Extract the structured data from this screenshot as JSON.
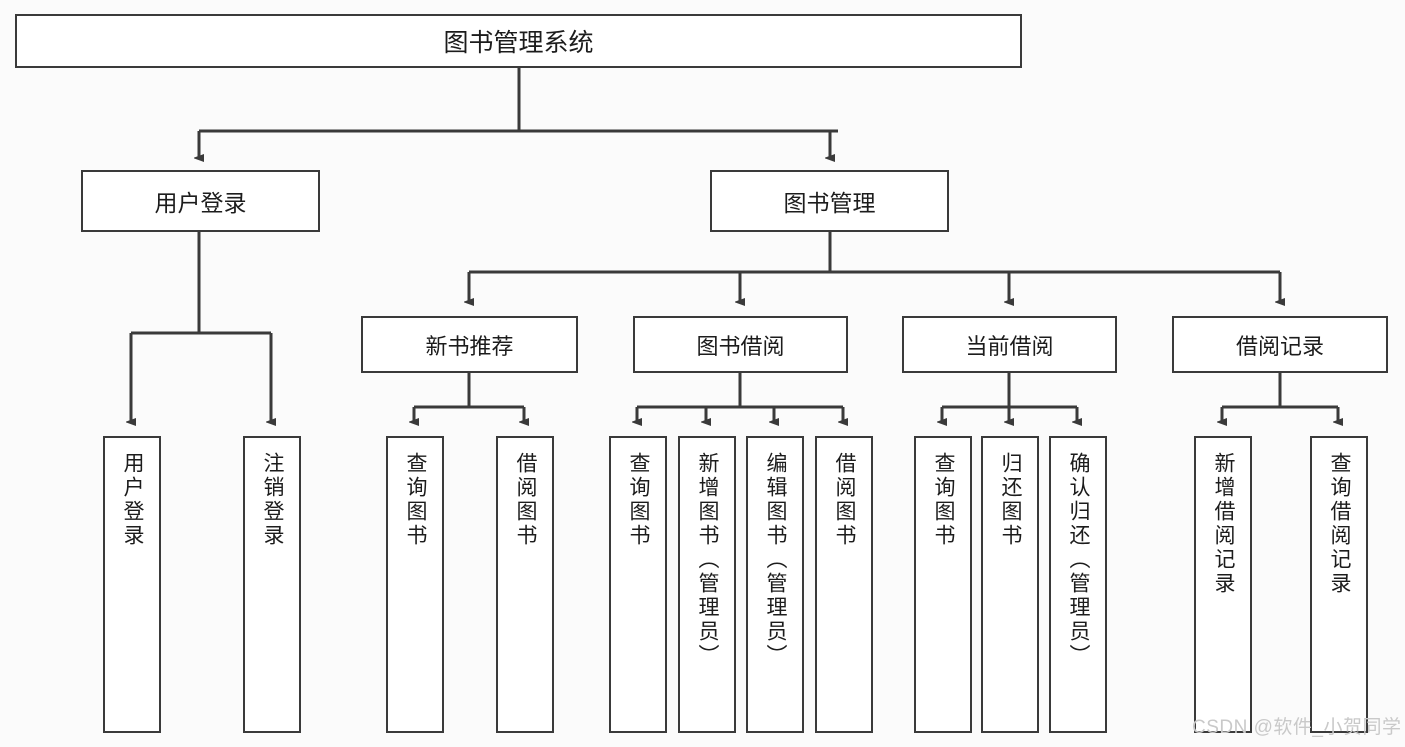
{
  "diagram": {
    "title": "图书管理系统",
    "type": "tree-hierarchy-diagram",
    "colors": {
      "background": "#fbfbfb",
      "box_fill": "#ffffff",
      "box_stroke": "#3a3a3a",
      "text": "#1c1c1c",
      "watermark": "#c9c9c9"
    },
    "root": {
      "label": "图书管理系统"
    },
    "level2": [
      {
        "label": "用户登录"
      },
      {
        "label": "图书管理"
      }
    ],
    "level3": [
      {
        "label": "新书推荐"
      },
      {
        "label": "图书借阅"
      },
      {
        "label": "当前借阅"
      },
      {
        "label": "借阅记录"
      }
    ],
    "leaves": {
      "user_login": [
        {
          "label": "用户登录"
        },
        {
          "label": "注销登录"
        }
      ],
      "new_book_recommend": [
        {
          "label": "查询图书"
        },
        {
          "label": "借阅图书"
        }
      ],
      "book_borrow": [
        {
          "label": "查询图书"
        },
        {
          "label": "新增图书（管理员）"
        },
        {
          "label": "编辑图书（管理员）"
        },
        {
          "label": "借阅图书"
        }
      ],
      "current_borrow": [
        {
          "label": "查询图书"
        },
        {
          "label": "归还图书"
        },
        {
          "label": "确认归还（管理员）"
        }
      ],
      "borrow_record": [
        {
          "label": "新增借阅记录"
        },
        {
          "label": "查询借阅记录"
        }
      ]
    }
  },
  "watermark": {
    "text": "CSDN @软件_小贺同学"
  }
}
